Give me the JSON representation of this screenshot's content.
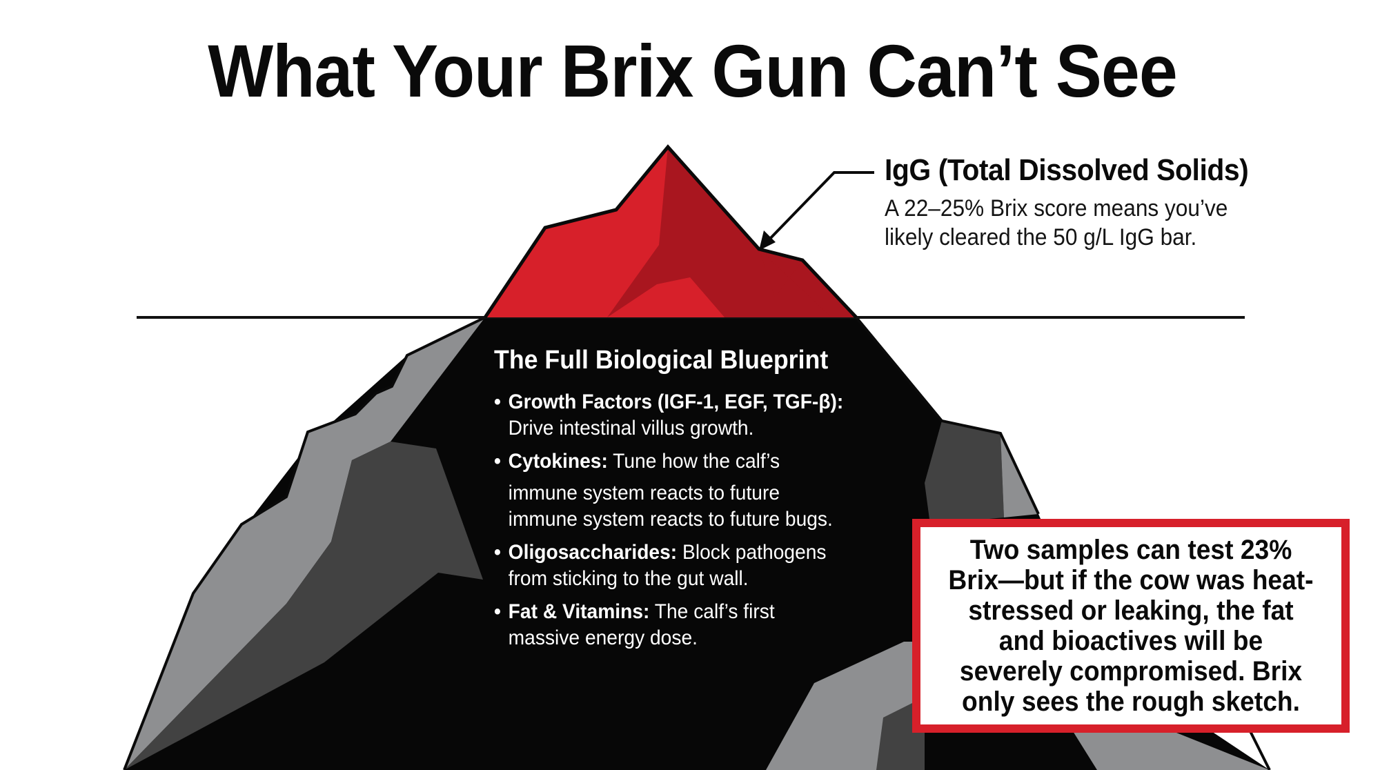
{
  "title": "What Your Brix Gun Can’t See",
  "colors": {
    "accent_red": "#d7202a",
    "dark_red": "#a9161f",
    "iceberg_black": "#070707",
    "grey_light": "#8e8f91",
    "grey_dark": "#424242",
    "waterline": "#111111"
  },
  "tip_callout": {
    "heading": "IgG (Total Dissolved Solids)",
    "body_lines": [
      "A 22–25% Brix score means you’ve",
      "likely cleared the 50 g/L IgG bar."
    ],
    "arrow_icon": "arrow-pointer-icon"
  },
  "blueprint": {
    "heading": "The Full Biological Blueprint",
    "items": [
      {
        "term": "Growth Factors (IGF-1, EGF, TGF-β):",
        "lines": [
          "Drive intestinal villus growth."
        ]
      },
      {
        "term": "Cytokines:",
        "first_rest": " Tune how the calf’s",
        "lines": [
          "immune system reacts to future",
          "immune system reacts to future bugs."
        ]
      },
      {
        "term": "Oligosaccharides:",
        "first_rest": " Block pathogens",
        "lines": [
          "from sticking to the gut wall."
        ]
      },
      {
        "term": "Fat & Vitamins:",
        "first_rest": " The calf’s first",
        "lines": [
          "massive energy dose."
        ]
      }
    ]
  },
  "warning_box": {
    "lines": [
      "Two samples can test 23%",
      "Brix—but if the cow was heat-",
      "stressed or leaking, the fat",
      "and bioactives will be",
      "severely compromised. Brix",
      "only sees the rough sketch."
    ]
  }
}
